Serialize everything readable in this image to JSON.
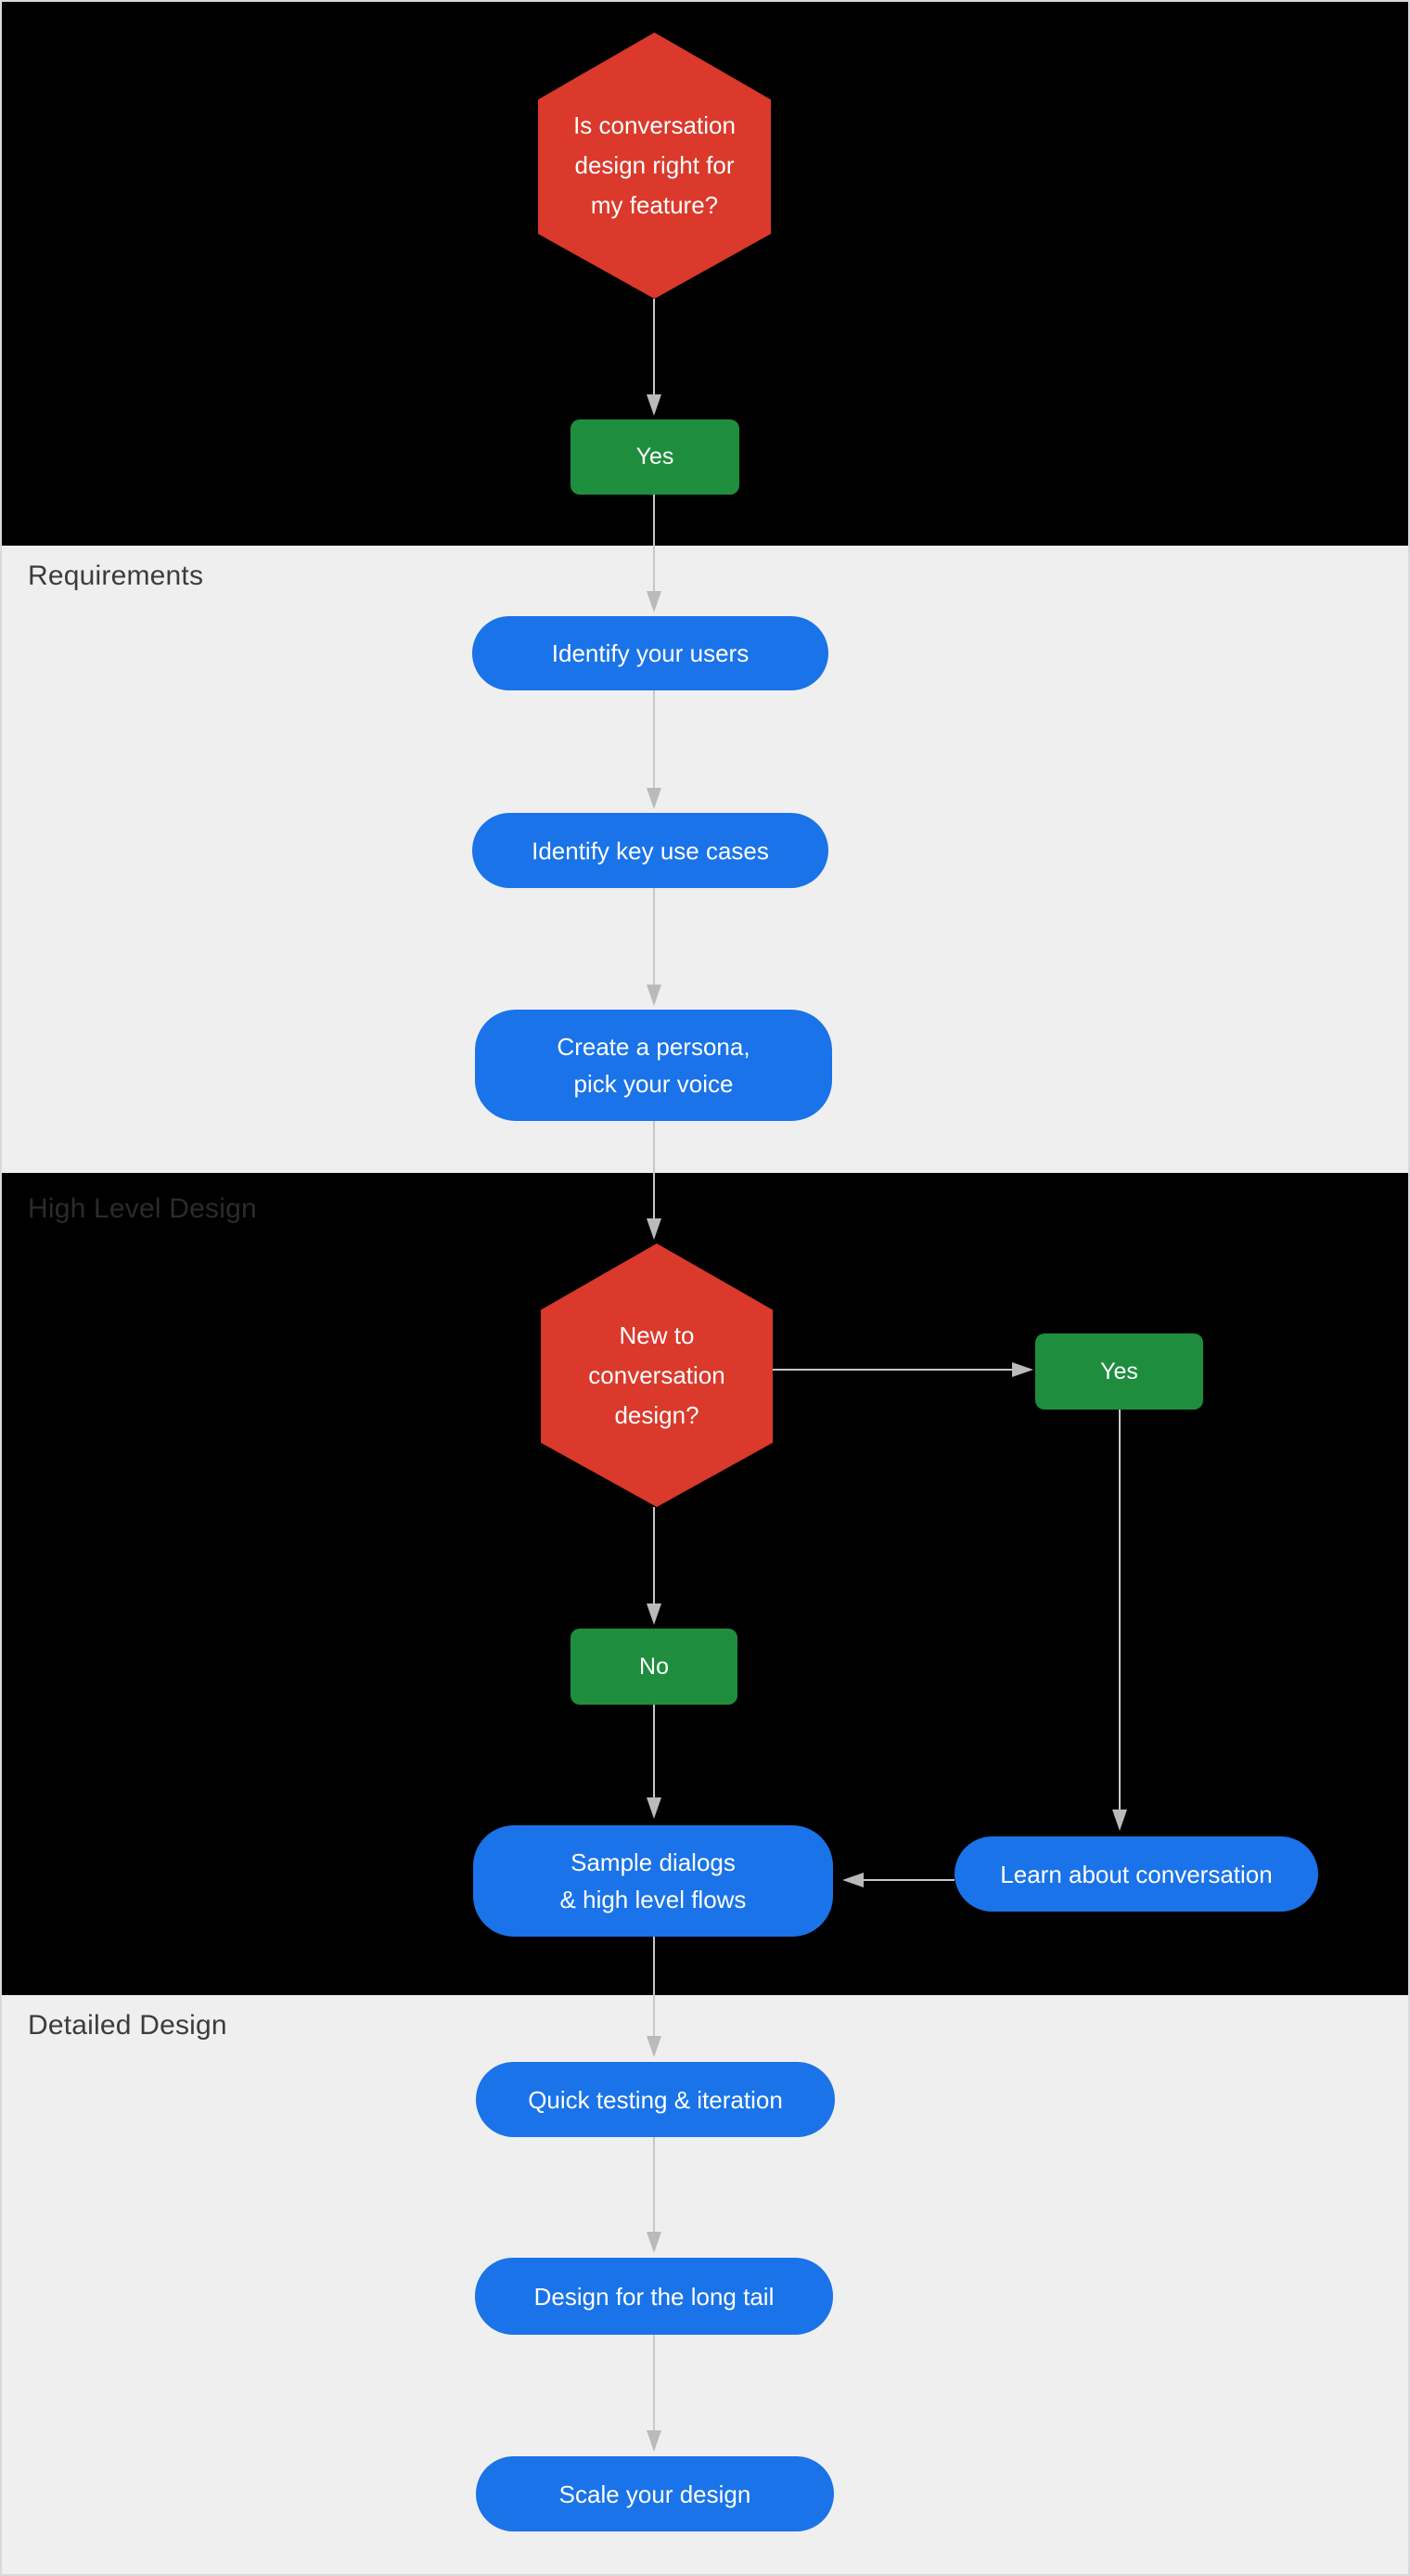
{
  "sections": {
    "requirements": {
      "label": "Requirements"
    },
    "high_level": {
      "label": "High Level Design"
    },
    "detailed": {
      "label": "Detailed Design"
    }
  },
  "nodes": {
    "decision_is_cd_right": {
      "type": "decision",
      "lines": [
        "Is conversation",
        "design right for",
        "my feature?"
      ]
    },
    "yes_1": {
      "label": "Yes"
    },
    "identify_users": {
      "label": "Identify your users"
    },
    "identify_use_cases": {
      "label": "Identify key use cases"
    },
    "create_persona": {
      "lines": [
        "Create a persona,",
        "pick your voice"
      ]
    },
    "decision_new_to_cd": {
      "type": "decision",
      "lines": [
        "New to",
        "conversation",
        "design?"
      ]
    },
    "yes_2": {
      "label": "Yes"
    },
    "no_1": {
      "label": "No"
    },
    "sample_dialogs": {
      "lines": [
        "Sample dialogs",
        "& high level flows"
      ]
    },
    "learn_conversation": {
      "label": "Learn about conversation"
    },
    "quick_testing": {
      "label": "Quick testing & iteration"
    },
    "long_tail": {
      "label": "Design for the long tail"
    },
    "scale_design": {
      "label": "Scale your design"
    }
  },
  "colors": {
    "decision_red": "#da392b",
    "answer_green": "#1e8e3e",
    "step_blue": "#1a73e8",
    "section_gray": "#efeff0",
    "band_black": "#000000",
    "arrow_gray": "#c6c7c9",
    "text_white": "#ffffff"
  }
}
